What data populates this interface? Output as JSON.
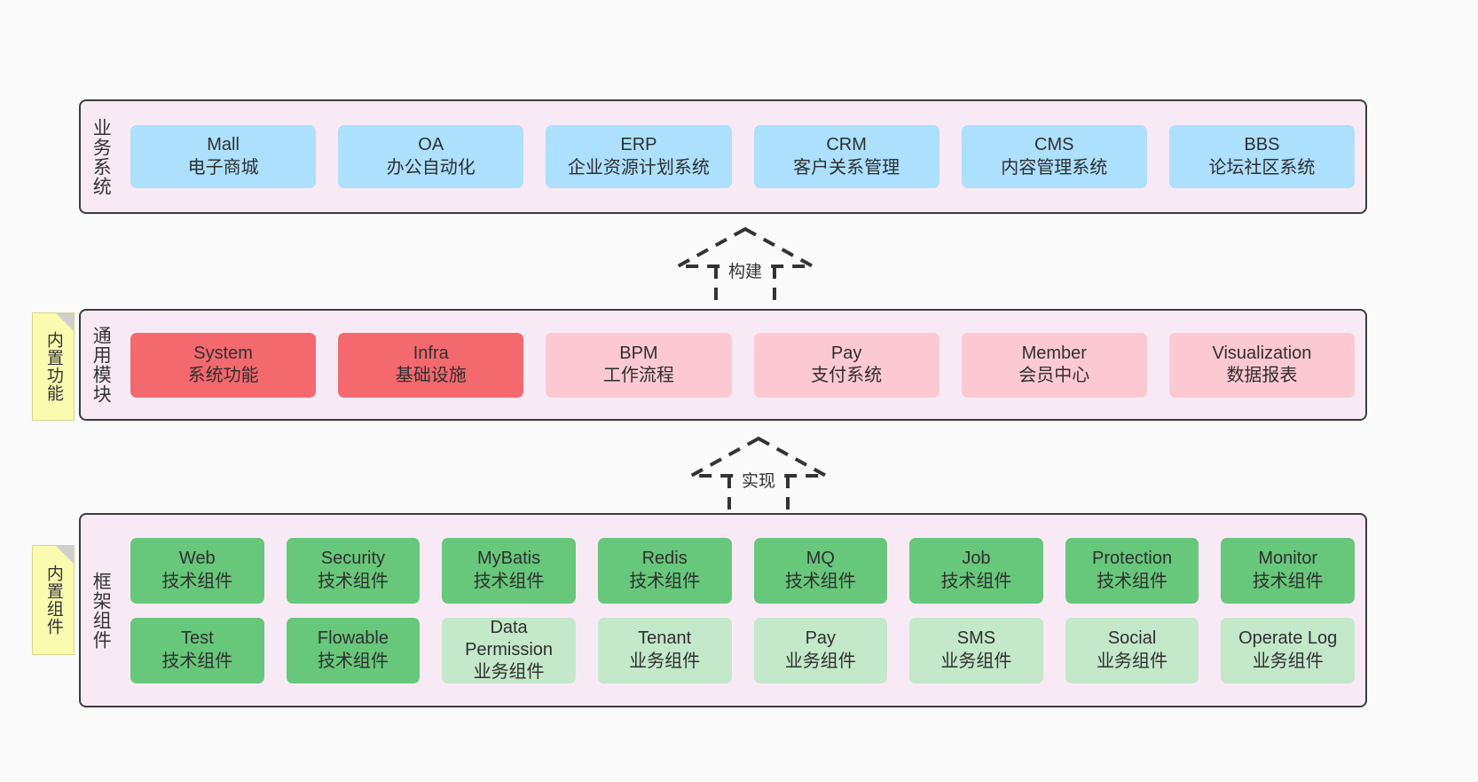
{
  "diagram": {
    "background_color": "#fafafa",
    "container_color": "#f8eaf5",
    "border_color": "#3d3d3d"
  },
  "notes": [
    {
      "id": "built-in-functions",
      "label": "内置功能",
      "color": "#fbfbb0"
    },
    {
      "id": "built-in-components",
      "label": "内置组件",
      "color": "#fbfbb0"
    }
  ],
  "connectors": [
    {
      "id": "build",
      "label": "构建",
      "style": "dashed-generalization",
      "direction": "up"
    },
    {
      "id": "realize",
      "label": "实现",
      "style": "dashed-generalization",
      "direction": "up"
    }
  ],
  "layers": [
    {
      "id": "business-systems",
      "title": "业务系统",
      "accent": "#ace0fd",
      "rows": [
        [
          {
            "name": "Mall",
            "desc": "电子商城",
            "color": "blue"
          },
          {
            "name": "OA",
            "desc": "办公自动化",
            "color": "blue"
          },
          {
            "name": "ERP",
            "desc": "企业资源计划系统",
            "color": "blue"
          },
          {
            "name": "CRM",
            "desc": "客户关系管理",
            "color": "blue"
          },
          {
            "name": "CMS",
            "desc": "内容管理系统",
            "color": "blue"
          },
          {
            "name": "BBS",
            "desc": "论坛社区系统",
            "color": "blue"
          }
        ]
      ]
    },
    {
      "id": "common-modules",
      "title": "通用模块",
      "accent": "#f4696e",
      "rows": [
        [
          {
            "name": "System",
            "desc": "系统功能",
            "color": "red"
          },
          {
            "name": "Infra",
            "desc": "基础设施",
            "color": "red"
          },
          {
            "name": "BPM",
            "desc": "工作流程",
            "color": "pink"
          },
          {
            "name": "Pay",
            "desc": "支付系统",
            "color": "pink"
          },
          {
            "name": "Member",
            "desc": "会员中心",
            "color": "pink"
          },
          {
            "name": "Visualization",
            "desc": "数据报表",
            "color": "pink"
          }
        ]
      ]
    },
    {
      "id": "framework-components",
      "title": "框架组件",
      "accent": "#67c77a",
      "rows": [
        [
          {
            "name": "Web",
            "desc": "技术组件",
            "color": "green"
          },
          {
            "name": "Security",
            "desc": "技术组件",
            "color": "green"
          },
          {
            "name": "MyBatis",
            "desc": "技术组件",
            "color": "green"
          },
          {
            "name": "Redis",
            "desc": "技术组件",
            "color": "green"
          },
          {
            "name": "MQ",
            "desc": "技术组件",
            "color": "green"
          },
          {
            "name": "Job",
            "desc": "技术组件",
            "color": "green"
          },
          {
            "name": "Protection",
            "desc": "技术组件",
            "color": "green"
          },
          {
            "name": "Monitor",
            "desc": "技术组件",
            "color": "green"
          }
        ],
        [
          {
            "name": "Test",
            "desc": "技术组件",
            "color": "green"
          },
          {
            "name": "Flowable",
            "desc": "技术组件",
            "color": "green"
          },
          {
            "name": "Data Permission",
            "desc": "业务组件",
            "color": "lightgreen"
          },
          {
            "name": "Tenant",
            "desc": "业务组件",
            "color": "lightgreen"
          },
          {
            "name": "Pay",
            "desc": "业务组件",
            "color": "lightgreen"
          },
          {
            "name": "SMS",
            "desc": "业务组件",
            "color": "lightgreen"
          },
          {
            "name": "Social",
            "desc": "业务组件",
            "color": "lightgreen"
          },
          {
            "name": "Operate Log",
            "desc": "业务组件",
            "color": "lightgreen"
          }
        ]
      ]
    }
  ]
}
